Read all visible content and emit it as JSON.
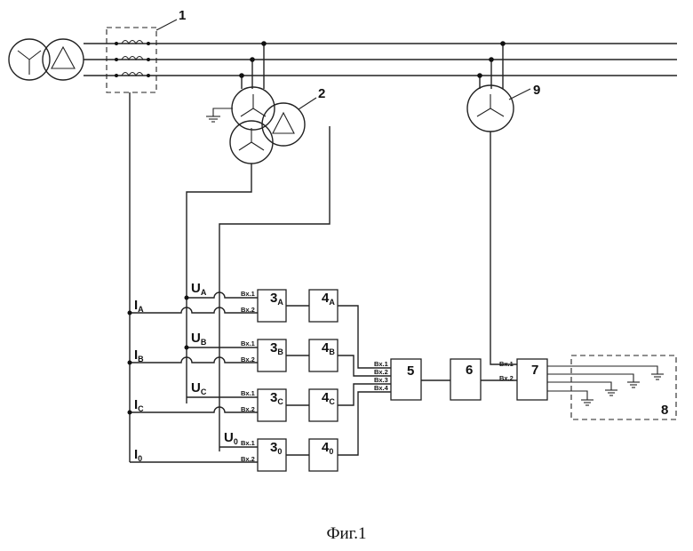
{
  "callouts": {
    "c1": "1",
    "c2": "2",
    "c9": "9",
    "c8": "8"
  },
  "blocks": {
    "b3": "3",
    "b4": "4",
    "b5": "5",
    "b6": "6",
    "b7": "7"
  },
  "subscripts": {
    "a": "A",
    "b": "B",
    "c": "C",
    "zero": "0"
  },
  "current_labels": {
    "main": "I",
    "subs": [
      "A",
      "B",
      "C",
      "0"
    ]
  },
  "voltage_labels": {
    "main": "U",
    "subs": [
      "A",
      "B",
      "C",
      "0"
    ]
  },
  "inputs": {
    "in1": "Вх.1",
    "in2": "Вх.2",
    "in3": "Вх.3",
    "in4": "Вх.4"
  },
  "caption": "Фиг.1"
}
